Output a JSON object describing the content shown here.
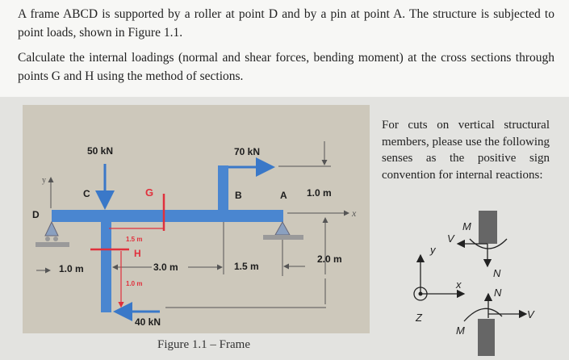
{
  "problem": {
    "paragraph1": "A frame ABCD is supported by a roller at point D and by a pin at point A. The structure is subjected to point loads, shown in Figure 1.1.",
    "paragraph2": "Calculate the internal loadings (normal and shear forces, bending moment) at the cross sections through points G and H using the method of sections."
  },
  "figure": {
    "caption": "Figure 1.1 – Frame",
    "loads": {
      "c_load": "50 kN",
      "b_load": "70 kN",
      "bottom_load": "40 kN"
    },
    "points": {
      "a": "A",
      "b": "B",
      "c": "C",
      "d": "D",
      "g": "G",
      "h": "H"
    },
    "axes": {
      "x": "x",
      "y": "y"
    },
    "dimensions": {
      "left": "1.0 m",
      "middle": "3.0 m",
      "right": "1.5 m",
      "top_height": "1.0 m",
      "column_height": "2.0 m",
      "g_offset": "1.5 m",
      "h_offset": "1.0 m"
    },
    "colors": {
      "member": "#4a86d0",
      "cut": "#e0303c",
      "background": "#cdc8bb"
    }
  },
  "sign_convention": {
    "text": "For cuts on vertical structural members, please use the following senses as the positive sign convention for internal reactions:",
    "labels": {
      "m_top": "M",
      "v_top": "V",
      "n_top": "N",
      "n_bottom": "N",
      "v_bottom": "V",
      "m_bottom": "M",
      "x": "x",
      "y": "y",
      "z": "Z"
    }
  }
}
